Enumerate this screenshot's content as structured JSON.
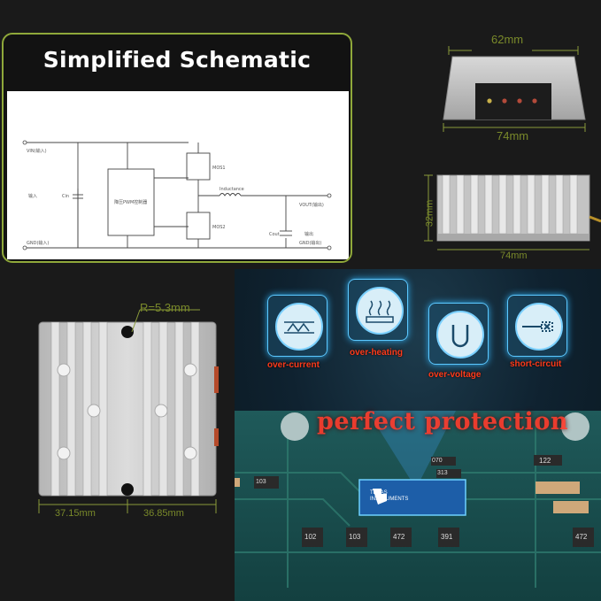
{
  "schematic": {
    "title": "Simplified Schematic",
    "labels": {
      "vin": "VIN(输入)",
      "cin": "Cin",
      "input_cn": "输入",
      "pwm": "降压PWM控制器",
      "mos1": "MOS1",
      "mos2": "MOS2",
      "inductance": "Inductance",
      "vout": "VOUT(输出)",
      "cout": "Cout",
      "output_cn": "输出",
      "gnd_left": "GND(输入)",
      "gnd_right": "GND(输出)"
    }
  },
  "dimensions": {
    "top_width": "62mm",
    "bottom_width": "74mm",
    "side_height": "32mm",
    "side_width": "74mm",
    "radius": "R=5.3mm",
    "left_half": "37.15mm",
    "right_half": "36.85mm"
  },
  "protection": {
    "items": [
      "over-current",
      "over-heating",
      "over-voltage",
      "short-circuit"
    ],
    "headline": "perfect protection",
    "chip_brand_line1": "TEXAS",
    "chip_brand_line2": "INSTRUMENTS",
    "component_codes": [
      "070",
      "313",
      "122",
      "103",
      "102",
      "103",
      "472",
      "391",
      "472"
    ]
  },
  "colors": {
    "panel_border": "#8fa83a",
    "dimension_text": "#7a8a2a",
    "protection_text": "#ff3a1a",
    "glow": "#5cc8ff"
  }
}
